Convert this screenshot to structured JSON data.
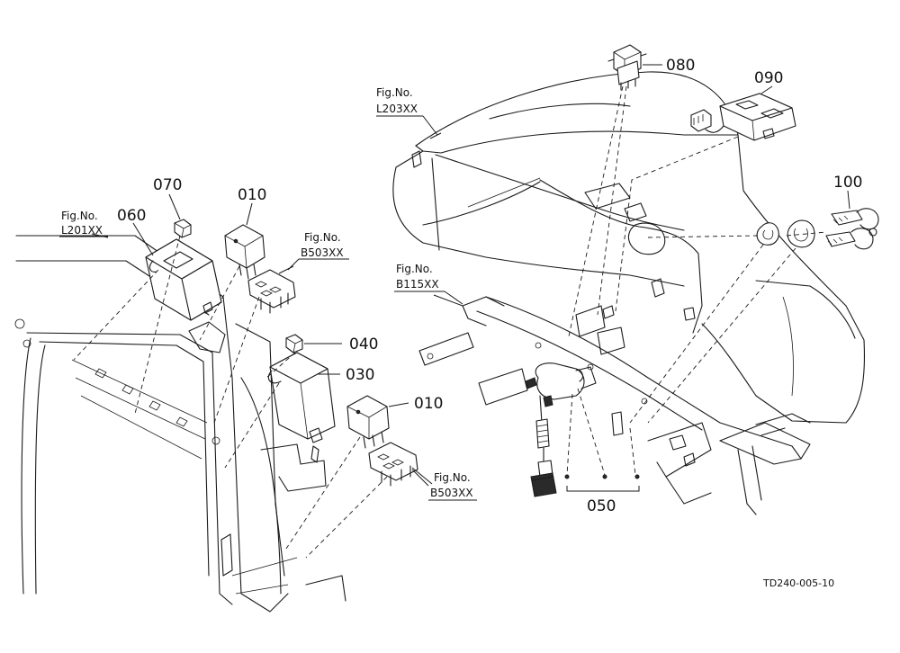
{
  "labels": {
    "p080": "080",
    "p090": "090",
    "p100": "100",
    "p070": "070",
    "p010a": "010",
    "p060": "060",
    "p040": "040",
    "p030": "030",
    "p010b": "010",
    "p050": "050"
  },
  "refs": {
    "l203": {
      "title": "Fig.No.",
      "code": "L203XX"
    },
    "l201": {
      "title": "Fig.No.",
      "code": "L201XX"
    },
    "b503a": {
      "title": "Fig.No.",
      "code": "B503XX"
    },
    "b115": {
      "title": "Fig.No.",
      "code": "B115XX"
    },
    "b503b": {
      "title": "Fig.No.",
      "code": "B503XX"
    }
  },
  "drawing_code": "TD240-005-10"
}
